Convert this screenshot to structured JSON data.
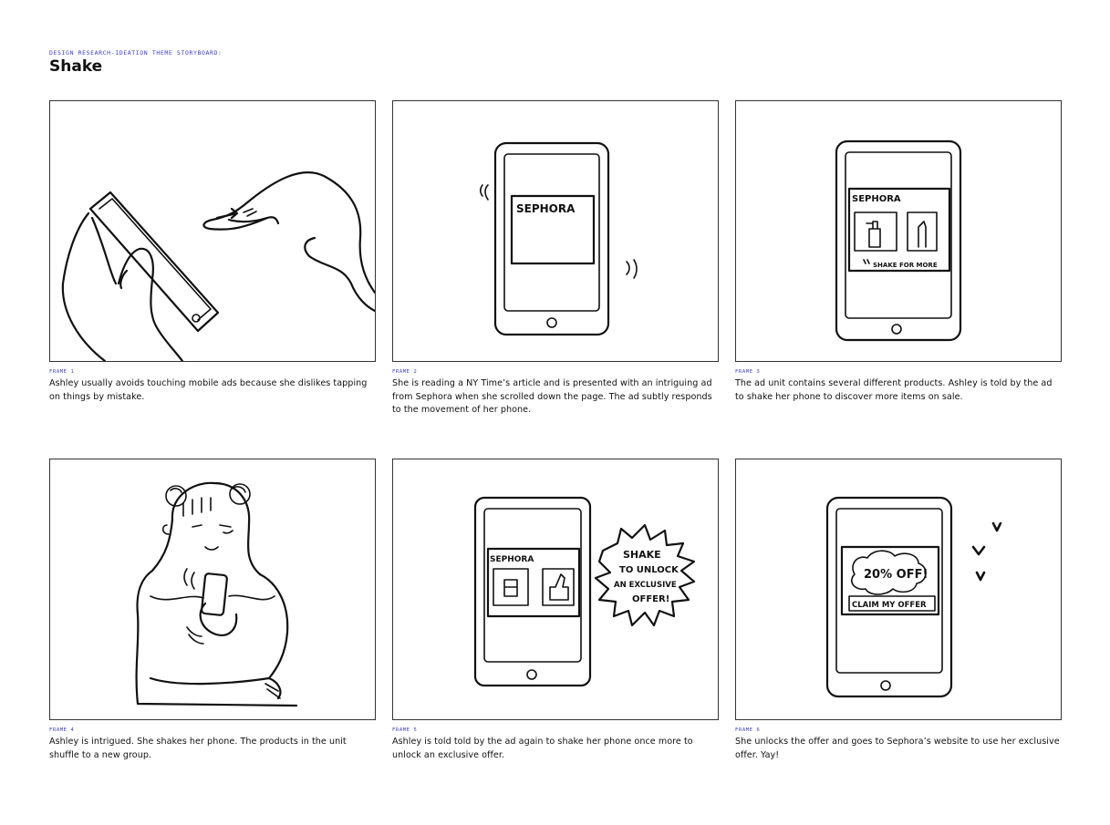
{
  "header": {
    "kicker": "DESIGN RESEARCH-IDEATION THEME STORYBOARD:",
    "title": "Shake"
  },
  "frames": [
    {
      "label": "FRAME 1",
      "caption": "Ashley usually avoids touching mobile ads because she dislikes tapping on things by mistake.",
      "sketch_text": []
    },
    {
      "label": "FRAME 2",
      "caption": "She is reading a NY Time’s article and is presented with an intriguing ad from Sephora when she scrolled down the page. The ad subtly responds to the movement of her phone.",
      "sketch_text": [
        "SEPHORA"
      ]
    },
    {
      "label": "FRAME 3",
      "caption": "The ad unit contains several different products. Ashley is told by the ad to shake her phone to discover more items on sale.",
      "sketch_text": [
        "SEPHORA",
        "SHAKE FOR MORE"
      ]
    },
    {
      "label": "FRAME 4",
      "caption": "Ashley is intrigued. She shakes her phone. The products in the unit shuffle to a new group.",
      "sketch_text": []
    },
    {
      "label": "FRAME 5",
      "caption": "Ashley is told told by the ad again to shake her phone once more to unlock an exclusive offer.",
      "sketch_text": [
        "SEPHORA",
        "SHAKE",
        "TO UNLOCK",
        "AN EXCLUSIVE",
        "OFFER!"
      ]
    },
    {
      "label": "FRAME 6",
      "caption": "She unlocks the offer and goes to Sephora’s website to use her exclusive offer. Yay!",
      "sketch_text": [
        "20% OFF!",
        "CLAIM MY OFFER"
      ]
    }
  ]
}
